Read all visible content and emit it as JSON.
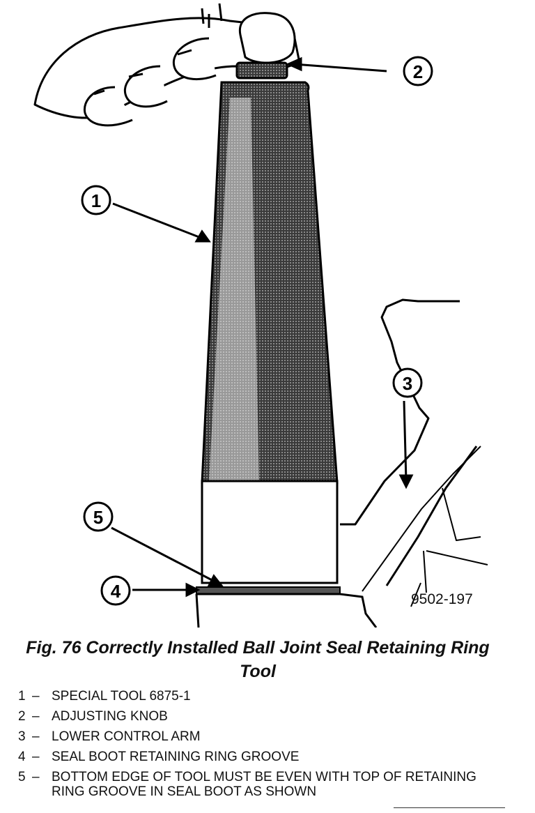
{
  "figure": {
    "code": "9502-197",
    "caption": "Fig. 76 Correctly Installed Ball Joint Seal Retaining Ring Tool"
  },
  "callouts": [
    "1",
    "2",
    "3",
    "4",
    "5"
  ],
  "legend": [
    {
      "num": "1",
      "sep": "–",
      "text": "SPECIAL TOOL 6875-1"
    },
    {
      "num": "2",
      "sep": "–",
      "text": "ADJUSTING KNOB"
    },
    {
      "num": "3",
      "sep": "–",
      "text": "LOWER CONTROL ARM"
    },
    {
      "num": "4",
      "sep": "–",
      "text": "SEAL BOOT RETAINING RING GROOVE"
    },
    {
      "num": "5",
      "sep": "–",
      "text": "BOTTOM EDGE OF TOOL MUST BE EVEN WITH TOP OF RETAINING RING GROOVE IN SEAL BOOT AS SHOWN"
    }
  ]
}
